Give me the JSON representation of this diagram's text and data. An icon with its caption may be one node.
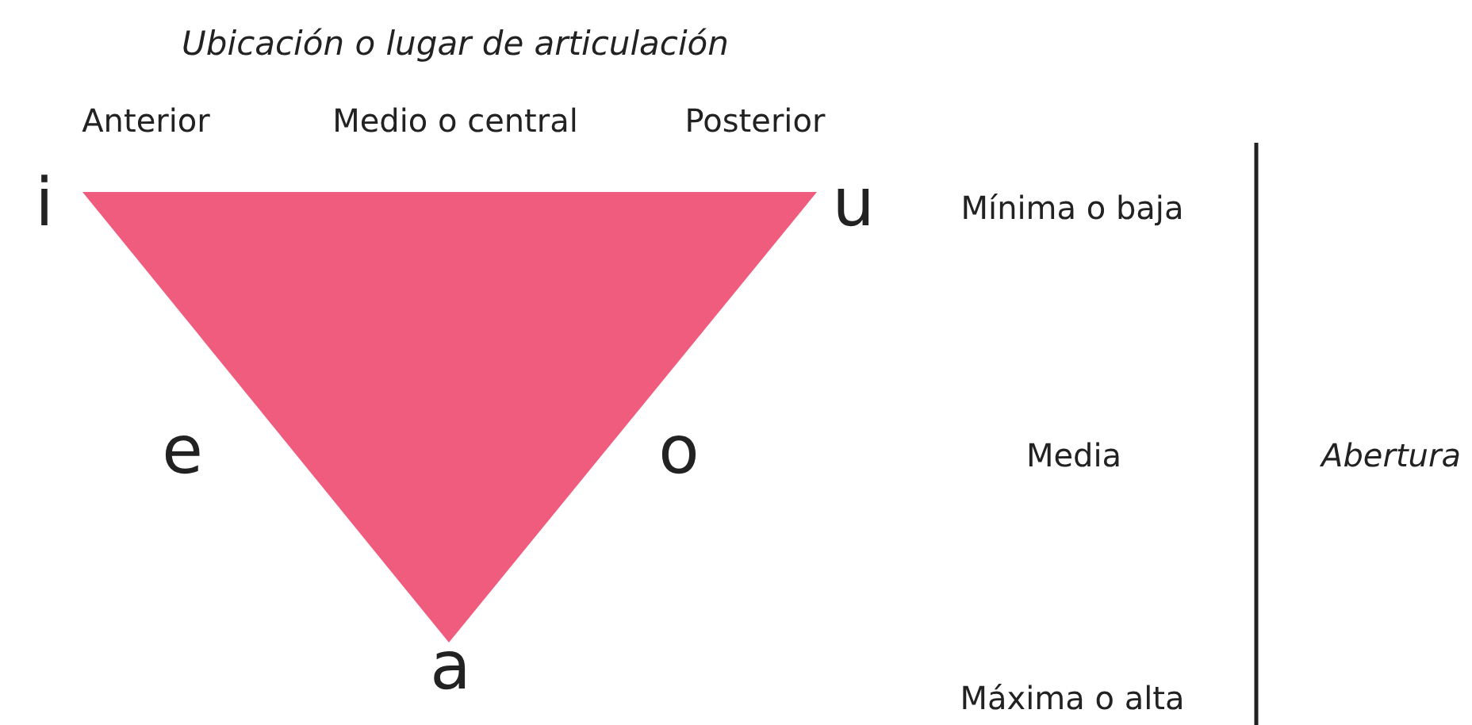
{
  "diagram": {
    "labels": [
      "Ubicación o lugar de articulación",
      "Anterior",
      "Medio o central",
      "Posterior",
      "i",
      "u",
      "Mínima o baja",
      "e",
      "o",
      "Media",
      "Abertura",
      "a",
      "Máxima o alta"
    ]
  }
}
